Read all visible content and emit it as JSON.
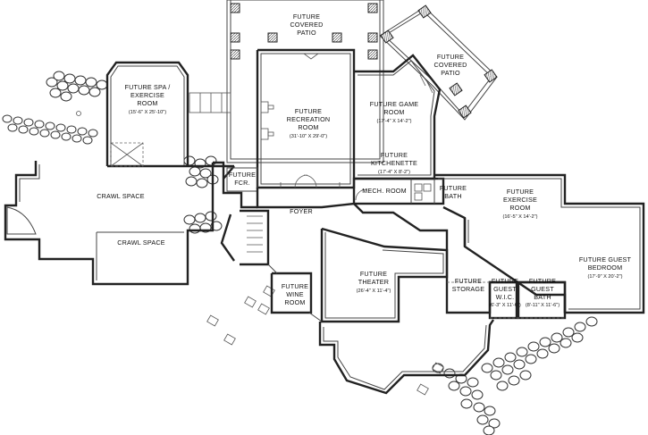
{
  "rooms": {
    "covered_patio_top": {
      "lines": [
        "FUTURE",
        "COVERED",
        "PATIO"
      ],
      "dim": ""
    },
    "covered_patio_right": {
      "lines": [
        "FUTURE",
        "COVERED",
        "PATIO"
      ],
      "dim": ""
    },
    "spa": {
      "lines": [
        "FUTURE SPA /",
        "EXERCISE",
        "ROOM"
      ],
      "dim": "(15'-6\" X 25'-10\")"
    },
    "recreation": {
      "lines": [
        "FUTURE",
        "RECREATION",
        "ROOM"
      ],
      "dim": "(31'-10\" X 29'-0\")"
    },
    "game": {
      "lines": [
        "FUTURE GAME",
        "ROOM"
      ],
      "dim": "(17'-4\" X 14'-2\")"
    },
    "kitchenette": {
      "lines": [
        "FUTURE",
        "KITCHENETTE"
      ],
      "dim": "(17'-4\" X 8'-2\")"
    },
    "mech": {
      "lines": [
        "MECH. ROOM"
      ],
      "dim": ""
    },
    "bath": {
      "lines": [
        "FUTURE",
        "BATH"
      ],
      "dim": ""
    },
    "exercise": {
      "lines": [
        "FUTURE",
        "EXERCISE",
        "ROOM"
      ],
      "dim": "(16'-5\" X 14'-2\")"
    },
    "guest_bedroom": {
      "lines": [
        "FUTURE GUEST",
        "BEDROOM"
      ],
      "dim": "(17'-9\" X 20'-2\")"
    },
    "crawl1": {
      "lines": [
        "CRAWL SPACE"
      ],
      "dim": ""
    },
    "crawl2": {
      "lines": [
        "CRAWL SPACE"
      ],
      "dim": ""
    },
    "fcr": {
      "lines": [
        "FUTURE",
        "FCR."
      ],
      "dim": ""
    },
    "foyer": {
      "lines": [
        "FOYER"
      ],
      "dim": ""
    },
    "theater": {
      "lines": [
        "FUTURE",
        "THEATER"
      ],
      "dim": "(26'-4\" X 11'-4\")"
    },
    "wine": {
      "lines": [
        "FUTURE",
        "WINE",
        "ROOM"
      ],
      "dim": ""
    },
    "storage": {
      "lines": [
        "FUTURE",
        "STORAGE"
      ],
      "dim": ""
    },
    "guest_wic": {
      "lines": [
        "FUTURE",
        "GUEST",
        "W.I.C."
      ],
      "dim": "(6'-3\" X 11'-6\")"
    },
    "guest_bath": {
      "lines": [
        "FUTURE",
        "GUEST",
        "BATH"
      ],
      "dim": "(8'-11\" X 11'-6\")"
    }
  }
}
